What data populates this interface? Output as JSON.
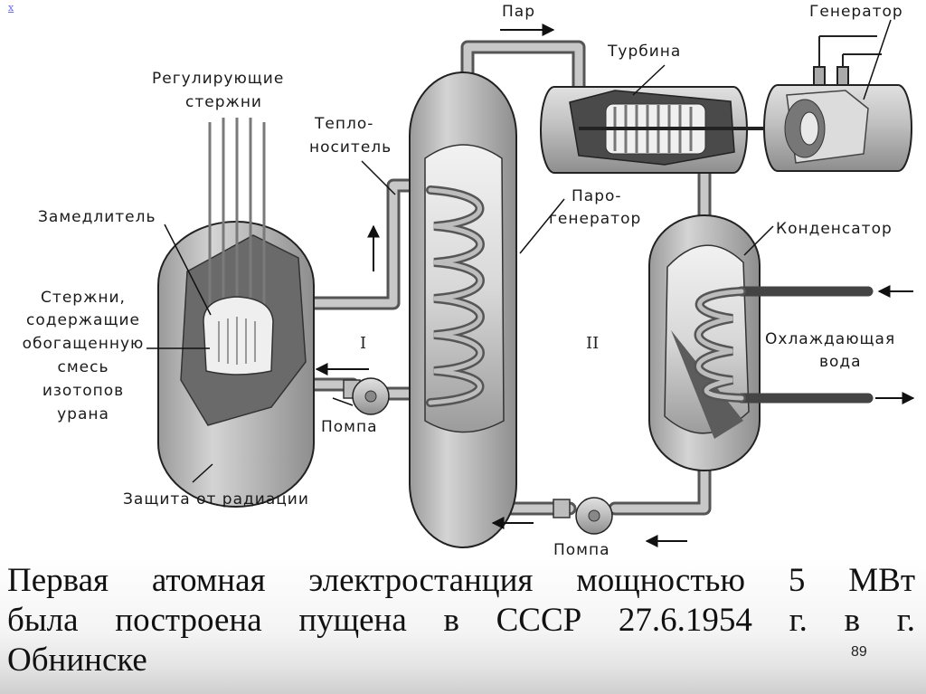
{
  "close_label": "x",
  "labels": {
    "control_rods": [
      "Регулирующие",
      "стержни"
    ],
    "coolant": [
      "Тепло-",
      "носитель"
    ],
    "moderator": "Замедлитель",
    "fuel_rods": [
      "Стержни,",
      "содержащие",
      "обогащенную",
      "смесь",
      "изотопов",
      "урана"
    ],
    "radiation_shield": "Защита от радиации",
    "pump_1": "Помпа",
    "pump_2": "Помпа",
    "steam": "Пар",
    "turbine": "Турбина",
    "generator": "Генератор",
    "steam_generator": [
      "Паро-",
      "генератор"
    ],
    "condenser": "Конденсатор",
    "cooling_water": [
      "Охлаждающая",
      "вода"
    ],
    "circuit_1": "I",
    "circuit_2": "II"
  },
  "caption": {
    "line1": "Первая атомная электростанция мощностью 5 МВт",
    "line2": "была построена пущена в СССР 27.6.1954 г. в г.",
    "line3": "Обнинске"
  },
  "slide_number": "89",
  "colors": {
    "vessel_fill": "#b8b8b8",
    "core_fill": "#666666",
    "pipe": "#8c8c8c",
    "inner_light": "#d9d9d9",
    "text": "#1a1a1a"
  }
}
